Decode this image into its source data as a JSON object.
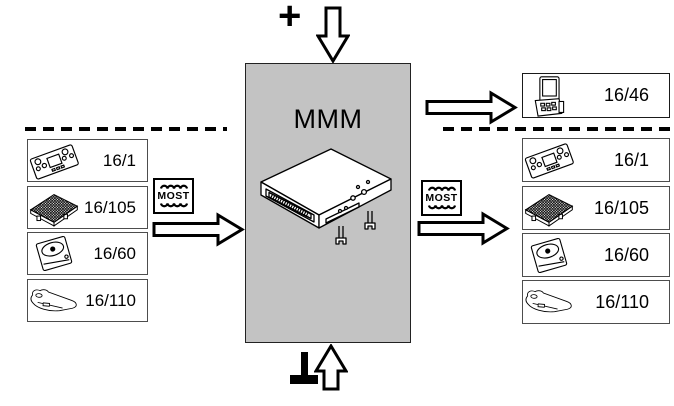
{
  "figure": {
    "kind": "multimedia-system-overview-diagram",
    "background_color": "#ffffff",
    "module_fill_color": "#c3c3c3",
    "line_color": "#000000"
  },
  "center_module": {
    "label": "MMM",
    "device_icon": "head-unit-isometric-icon"
  },
  "power": {
    "plus_symbol": "+",
    "ground_symbol": "⊥"
  },
  "bus": {
    "left_label": "MOST",
    "right_label": "MOST"
  },
  "left_panel": {
    "items": [
      {
        "label": "16/1",
        "icon": "command-unit-icon"
      },
      {
        "label": "16/105",
        "icon": "amplifier-icon"
      },
      {
        "label": "16/60",
        "icon": "cd-changer-icon"
      },
      {
        "label": "16/110",
        "icon": "tuner-module-icon"
      }
    ]
  },
  "right_panel": {
    "output_item": {
      "label": "16/46",
      "icon": "phone-cradle-icon"
    },
    "items": [
      {
        "label": "16/1",
        "icon": "command-unit-icon"
      },
      {
        "label": "16/105",
        "icon": "amplifier-icon"
      },
      {
        "label": "16/60",
        "icon": "cd-changer-icon"
      },
      {
        "label": "16/110",
        "icon": "tuner-module-icon"
      }
    ]
  }
}
